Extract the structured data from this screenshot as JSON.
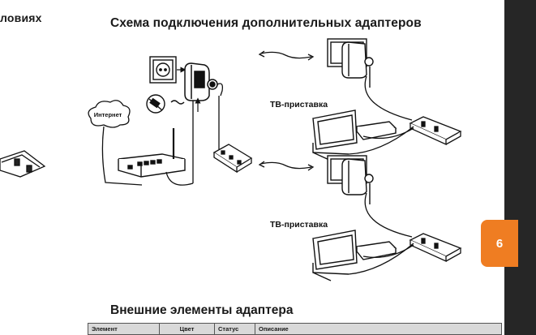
{
  "prev_section_title_fragment": "ловиях",
  "section_title": "Схема подключения дополнительных адаптеров",
  "labels": {
    "internet": "Интернет",
    "tv_box_1": "ТВ-приставка",
    "tv_box_2": "ТВ-приставка"
  },
  "page_number": "6",
  "external_elements_title": "Внешние элементы адаптера",
  "table": {
    "headers": [
      "Элемент",
      "Цвет",
      "Статус",
      "Описание"
    ]
  },
  "colors": {
    "accent": "#ef7d22",
    "dark_band": "#262626",
    "table_header_bg": "#d9d9d9"
  }
}
